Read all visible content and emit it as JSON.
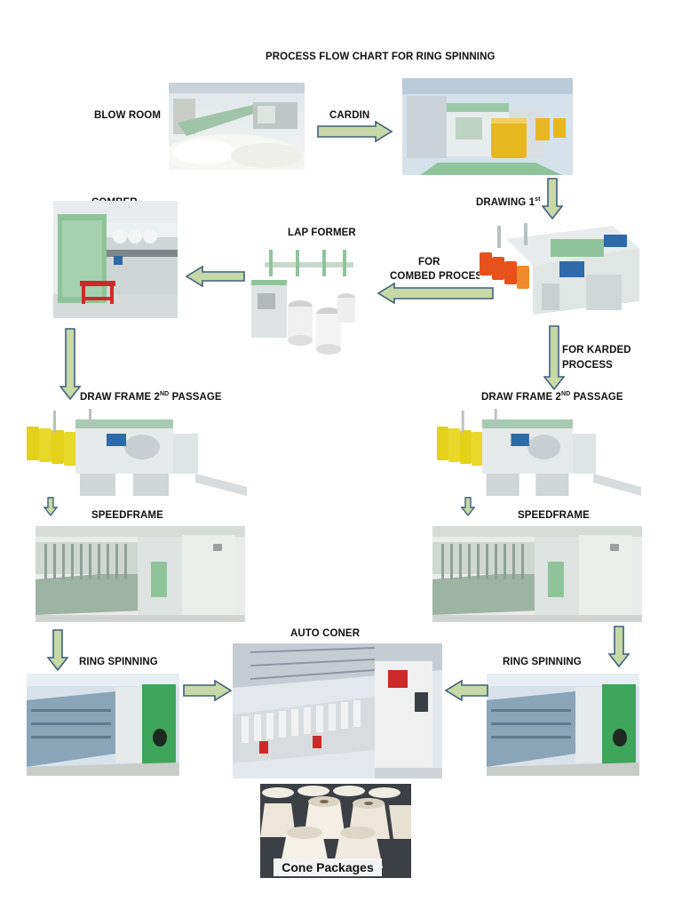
{
  "title": "PROCESS FLOW CHART FOR RING SPINNING",
  "labels": {
    "blow_room": "BLOW ROOM",
    "cardin": "CARDIN",
    "drawing1": "DRAWING 1",
    "drawing1_sup": "st",
    "comber": "COMBER",
    "lap_former": "LAP FORMER",
    "combed_line1": "FOR",
    "combed_line2": "COMBED PROCESS",
    "karded_line1": "FOR KARDED",
    "karded_line2": "PROCESS",
    "draw_frame_left": "DRAW FRAME 2",
    "draw_frame_left_sup": "ND",
    "draw_frame_left_tail": " PASSAGE",
    "draw_frame_right": "DRAW FRAME 2",
    "draw_frame_right_sup": "ND",
    "draw_frame_right_tail": " PASSAGE",
    "speedframe_left": "SPEEDFRAME",
    "speedframe_right": "SPEEDFRAME",
    "auto_coner": "AUTO CONER",
    "ring_spinning_left": "RING SPINNING",
    "ring_spinning_right": "RING SPINNING",
    "cone_packages": "Cone Packages"
  },
  "colors": {
    "arrow_fill": "#c6d9a6",
    "arrow_stroke": "#3f5f7d",
    "machine_green": "#8fc49a",
    "machine_white": "#e8ecec"
  }
}
